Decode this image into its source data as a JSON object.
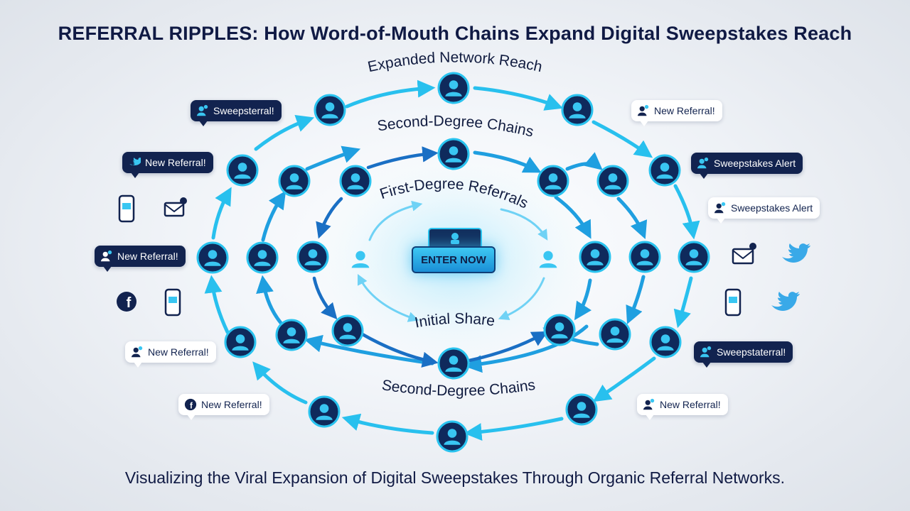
{
  "title": "REFERRAL RIPPLES: How Word-of-Mouth Chains Expand Digital Sweepstakes Reach",
  "subtitle": "Visualizing the Viral Expansion of Digital Sweepstakes Through Organic Referral Networks.",
  "cta": {
    "label": "ENTER NOW"
  },
  "rings": {
    "outer_label": "Expanded Network Reach",
    "second_top_label": "Second-Degree Chains",
    "second_bottom_label": "Second-Degree Chains",
    "first_label": "First-Degree Referrals",
    "initial_label": "Initial Share"
  },
  "bubbles": [
    {
      "text": "Sweepsterral!",
      "icon": "person-icon",
      "style": "dark"
    },
    {
      "text": "New Referral!",
      "icon": "twitter-icon",
      "style": "dark"
    },
    {
      "text": "New Referral!",
      "icon": "person-icon",
      "style": "dark"
    },
    {
      "text": "New Referral!",
      "icon": "person-icon",
      "style": "light"
    },
    {
      "text": "New Referral!",
      "icon": "facebook-icon",
      "style": "light"
    },
    {
      "text": "New Referral!",
      "icon": "person-icon",
      "style": "light"
    },
    {
      "text": "Sweepstakes Alert",
      "icon": "person-icon",
      "style": "dark"
    },
    {
      "text": "Sweepstakes Alert",
      "icon": "person-icon",
      "style": "light"
    },
    {
      "text": "Sweepstaterral!",
      "icon": "person-icon",
      "style": "dark"
    },
    {
      "text": "New Referral!",
      "icon": "person-icon",
      "style": "light"
    }
  ],
  "colors": {
    "accent": "#2ac3ef",
    "arrow_outer": "#28c0ee",
    "arrow_mid": "#1f9fe0",
    "arrow_inner": "#1a6fc4",
    "node_fill": "#0f2a5c",
    "text": "#101a44"
  }
}
